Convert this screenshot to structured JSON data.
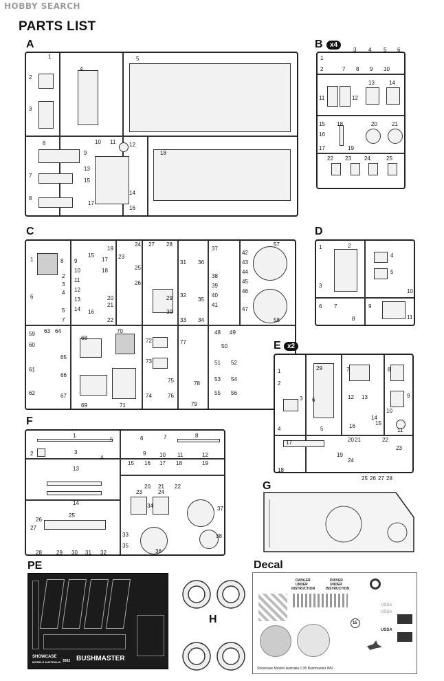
{
  "header": {
    "watermark": "HOBBY SEARCH",
    "title": "PARTS LIST"
  },
  "sprues": {
    "A": {
      "letter": "A",
      "numbers": [
        "1",
        "2",
        "3",
        "4",
        "5",
        "6",
        "7",
        "8",
        "9",
        "10",
        "11",
        "12",
        "13",
        "14",
        "15",
        "16",
        "17",
        "18"
      ]
    },
    "B": {
      "letter": "B",
      "badge": "x4",
      "numbers": [
        "1",
        "2",
        "3",
        "4",
        "5",
        "6",
        "7",
        "8",
        "9",
        "10",
        "11",
        "12",
        "13",
        "14",
        "15",
        "16",
        "17",
        "18",
        "19",
        "20",
        "21",
        "22",
        "23",
        "24",
        "25"
      ]
    },
    "C": {
      "letter": "C",
      "numbers": [
        "1",
        "2",
        "3",
        "4",
        "5",
        "6",
        "7",
        "8",
        "9",
        "10",
        "11",
        "12",
        "13",
        "14",
        "15",
        "16",
        "17",
        "18",
        "19",
        "20",
        "21",
        "22",
        "23",
        "24",
        "25",
        "26",
        "27",
        "28",
        "29",
        "30",
        "31",
        "32",
        "33",
        "34",
        "35",
        "36",
        "37",
        "38",
        "39",
        "40",
        "41",
        "42",
        "43",
        "44",
        "45",
        "46",
        "47",
        "48",
        "49",
        "50",
        "51",
        "52",
        "53",
        "54",
        "55",
        "56",
        "57",
        "58",
        "59",
        "60",
        "61",
        "62",
        "63",
        "64",
        "65",
        "66",
        "67",
        "68",
        "69",
        "70",
        "71",
        "72",
        "73",
        "74",
        "75",
        "76",
        "77",
        "78",
        "79"
      ]
    },
    "D": {
      "letter": "D",
      "numbers": [
        "1",
        "2",
        "3",
        "4",
        "5",
        "6",
        "7",
        "8",
        "9",
        "10",
        "11"
      ]
    },
    "E": {
      "letter": "E",
      "badge": "x2",
      "numbers": [
        "1",
        "2",
        "3",
        "4",
        "5",
        "6",
        "7",
        "8",
        "9",
        "10",
        "11",
        "12",
        "13",
        "14",
        "15",
        "16",
        "17",
        "18",
        "19",
        "20",
        "21",
        "22",
        "23",
        "24",
        "25",
        "26",
        "27",
        "28",
        "29"
      ]
    },
    "F": {
      "letter": "F",
      "numbers": [
        "1",
        "2",
        "3",
        "4",
        "5",
        "6",
        "7",
        "8",
        "9",
        "10",
        "11",
        "12",
        "13",
        "14",
        "15",
        "16",
        "17",
        "18",
        "19",
        "20",
        "21",
        "22",
        "23",
        "24",
        "25",
        "26",
        "27",
        "28",
        "29",
        "30",
        "31",
        "32",
        "33",
        "34",
        "35",
        "36",
        "37",
        "38"
      ]
    },
    "G": {
      "letter": "G"
    },
    "PE": {
      "letter": "PE",
      "brand": "SHOWCASE",
      "brand_sub": "MODELS AUSTRALIA",
      "product": "BUSHMASTER",
      "code": "3502"
    },
    "H": {
      "letter": "H"
    },
    "Decal": {
      "letter": "Decal",
      "texts": [
        "DANGER",
        "UNDER",
        "INSTRUCTION",
        "DRIVER",
        "UNDER",
        "INSTRUCTION",
        "USSA",
        "USSA",
        "USSA",
        "15",
        "Showcase Models Australia  1:35 Bushmaster IMV"
      ]
    }
  }
}
